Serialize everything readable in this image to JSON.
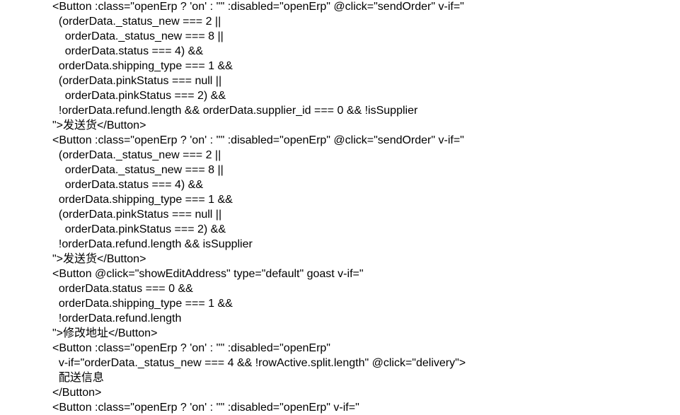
{
  "code_lines": [
    "<Button :class=\"openErp ? 'on' : ''\" :disabled=\"openErp\" @click=\"sendOrder\" v-if=\"",
    "  (orderData._status_new === 2 ||",
    "    orderData._status_new === 8 ||",
    "    orderData.status === 4) &&",
    "  orderData.shipping_type === 1 &&",
    "  (orderData.pinkStatus === null ||",
    "    orderData.pinkStatus === 2) &&",
    "  !orderData.refund.length && orderData.supplier_id === 0 && !isSupplier",
    "\">发送货</Button>",
    "<Button :class=\"openErp ? 'on' : ''\" :disabled=\"openErp\" @click=\"sendOrder\" v-if=\"",
    "  (orderData._status_new === 2 ||",
    "    orderData._status_new === 8 ||",
    "    orderData.status === 4) &&",
    "  orderData.shipping_type === 1 &&",
    "  (orderData.pinkStatus === null ||",
    "    orderData.pinkStatus === 2) &&",
    "  !orderData.refund.length && isSupplier",
    "\">发送货</Button>",
    "<Button @click=\"showEditAddress\" type=\"default\" goast v-if=\"",
    "  orderData.status === 0 &&",
    "  orderData.shipping_type === 1 &&",
    "  !orderData.refund.length",
    "\">修改地址</Button>",
    "<Button :class=\"openErp ? 'on' : ''\" :disabled=\"openErp\"",
    "  v-if=\"orderData._status_new === 4 && !rowActive.split.length\" @click=\"delivery\">",
    "  配送信息",
    "</Button>",
    "<Button :class=\"openErp ? 'on' : ''\" :disabled=\"openErp\" v-if=\""
  ]
}
